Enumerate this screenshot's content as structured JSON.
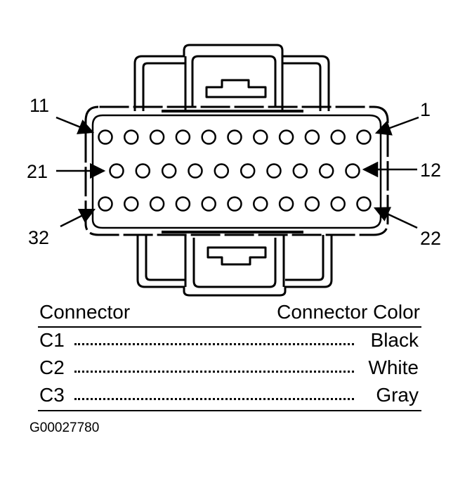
{
  "pins": {
    "top_left": "11",
    "top_right": "1",
    "mid_left": "21",
    "mid_right": "12",
    "bot_left": "32",
    "bot_right": "22"
  },
  "pin_rows": [
    11,
    10,
    11
  ],
  "table": {
    "header_left": "Connector",
    "header_right": "Connector Color",
    "rows": [
      {
        "connector": "C1",
        "color": "Black"
      },
      {
        "connector": "C2",
        "color": "White"
      },
      {
        "connector": "C3",
        "color": "Gray"
      }
    ]
  },
  "figure_id": "G00027780"
}
